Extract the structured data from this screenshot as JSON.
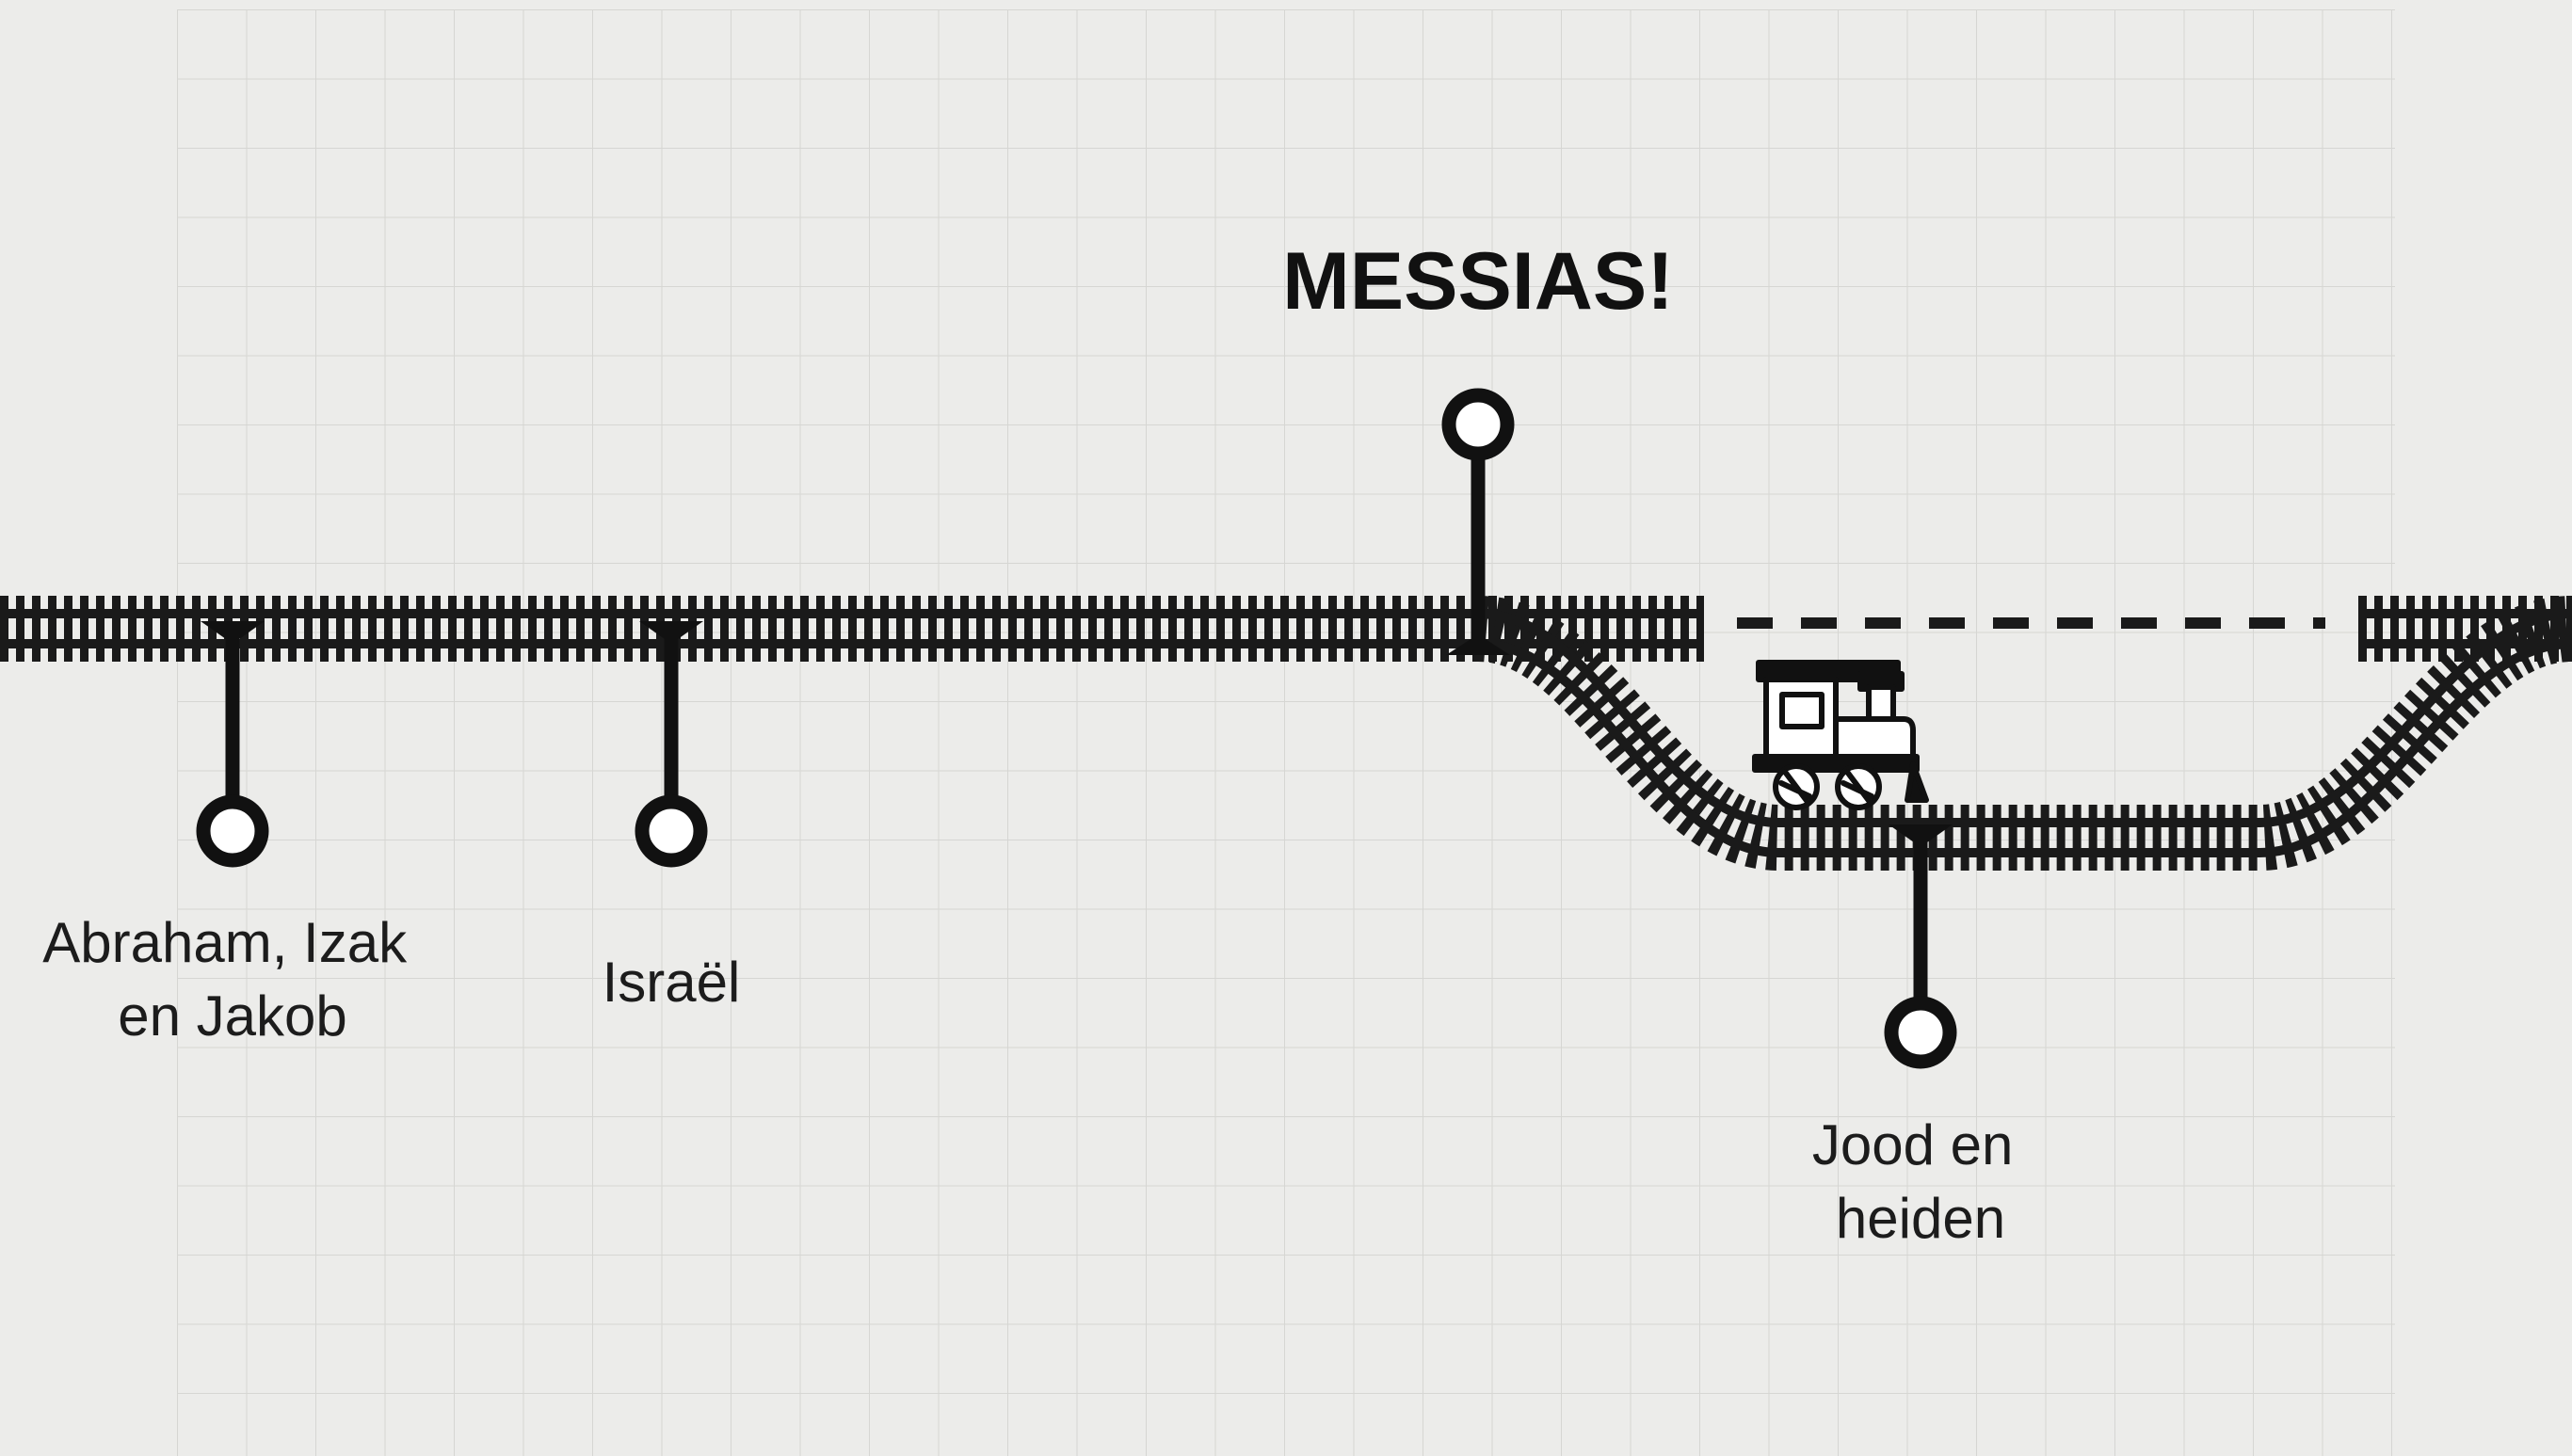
{
  "title": "MESSIAS!",
  "stations": [
    {
      "lines": [
        "Abraham, Izak",
        "en Jakob"
      ]
    },
    {
      "lines": [
        "Israël"
      ]
    },
    {
      "lines": [
        "Jood en",
        "heiden"
      ]
    }
  ],
  "colors": {
    "background": "#ececea",
    "grid": "#d6d6d3",
    "track": "#1a1a1a"
  },
  "icons": [
    "station-marker-icon",
    "train-locomotive-icon"
  ]
}
